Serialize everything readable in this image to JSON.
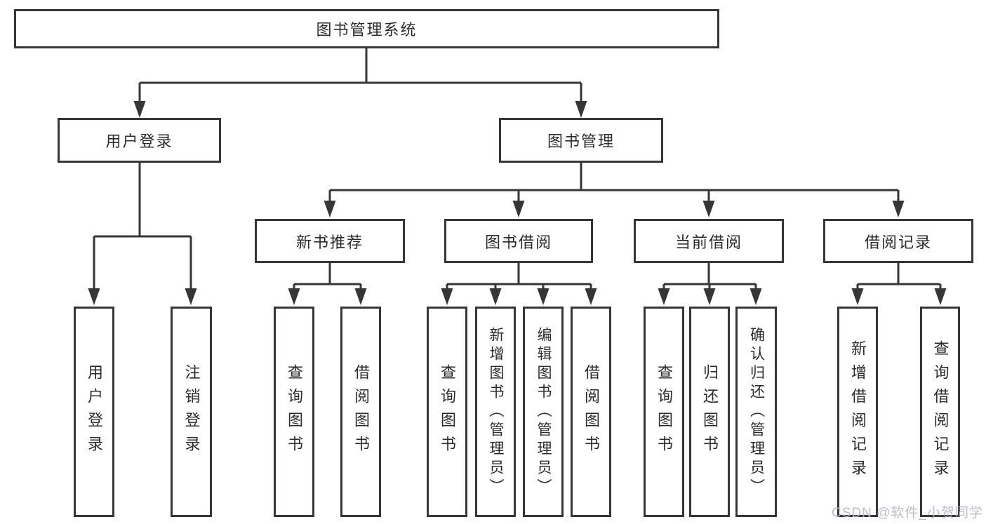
{
  "diagram_title": "图书管理系统",
  "colors": {
    "line": "#363636",
    "box_border": "#363636",
    "text": "#2b2b2b",
    "background": "#ffffff",
    "watermark": "#b7bac4"
  },
  "tree": {
    "root": {
      "label": "图书管理系统"
    },
    "branches": [
      {
        "label": "用户登录",
        "children": [
          {
            "label": "用户登录"
          },
          {
            "label": "注销登录"
          }
        ]
      },
      {
        "label": "图书管理",
        "children": [
          {
            "label": "新书推荐",
            "children": [
              {
                "label": "查询图书"
              },
              {
                "label": "借阅图书"
              }
            ]
          },
          {
            "label": "图书借阅",
            "children": [
              {
                "label": "查询图书"
              },
              {
                "label": "新增图书（管理员）"
              },
              {
                "label": "编辑图书（管理员）"
              },
              {
                "label": "借阅图书"
              }
            ]
          },
          {
            "label": "当前借阅",
            "children": [
              {
                "label": "查询图书"
              },
              {
                "label": "归还图书"
              },
              {
                "label": "确认归还（管理员）"
              }
            ]
          },
          {
            "label": "借阅记录",
            "children": [
              {
                "label": "新增借阅记录"
              },
              {
                "label": "查询借阅记录"
              }
            ]
          }
        ]
      }
    ]
  },
  "watermark": {
    "text": "CSDN @软件_小贺同学"
  }
}
